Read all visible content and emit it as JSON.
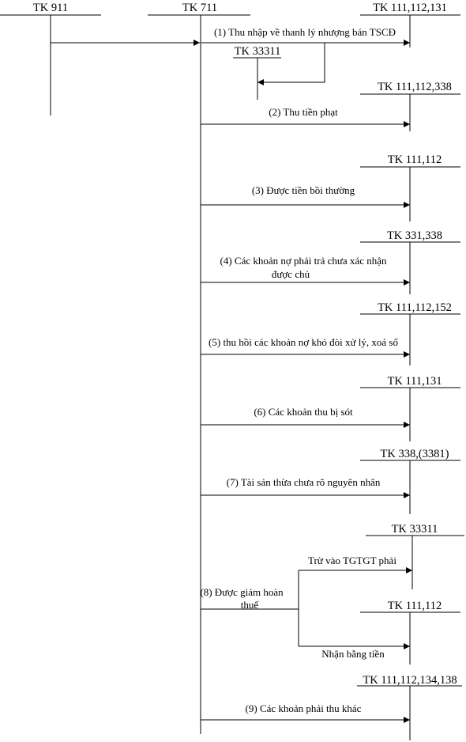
{
  "accounts": {
    "tk911": "TK 911",
    "tk711": "TK 711",
    "a1": "TK 111,112,131",
    "a1_sub": "TK 33311",
    "a2": "TK 111,112,338",
    "a3": "TK 111,112",
    "a4": "TK 331,338",
    "a5": "TK 111,112,152",
    "a6": "TK 111,131",
    "a7": "TK 338,(3381)",
    "a8_top": "TK 33311",
    "a8_bottom": "TK 111,112",
    "a9": "TK 111,112,134,138"
  },
  "flows": {
    "f1": "(1) Thu nhập về thanh lý nhượng bán TSCĐ",
    "f2": "(2) Thu tiền phạt",
    "f3": "(3) Được tiền bồi thường",
    "f4_line1": "(4) Các khoản nợ phải trả  chưa xác nhận",
    "f4_line2": "được chủ",
    "f5": "(5) thu hồi các khoản nợ khó đòi  xử lý, xoá sổ",
    "f6": "(6) Các khoản thu bị sót",
    "f7": "(7) Tài sản thừa chưa rõ nguyên nhân",
    "f8_line1": "(8) Được giảm hoàn",
    "f8_line2": "thuế",
    "f8_top": "Trừ vào TGTGT phải",
    "f8_bottom": "Nhận bằng tiền",
    "f9": "(9) Các khoản phải thu khác"
  }
}
